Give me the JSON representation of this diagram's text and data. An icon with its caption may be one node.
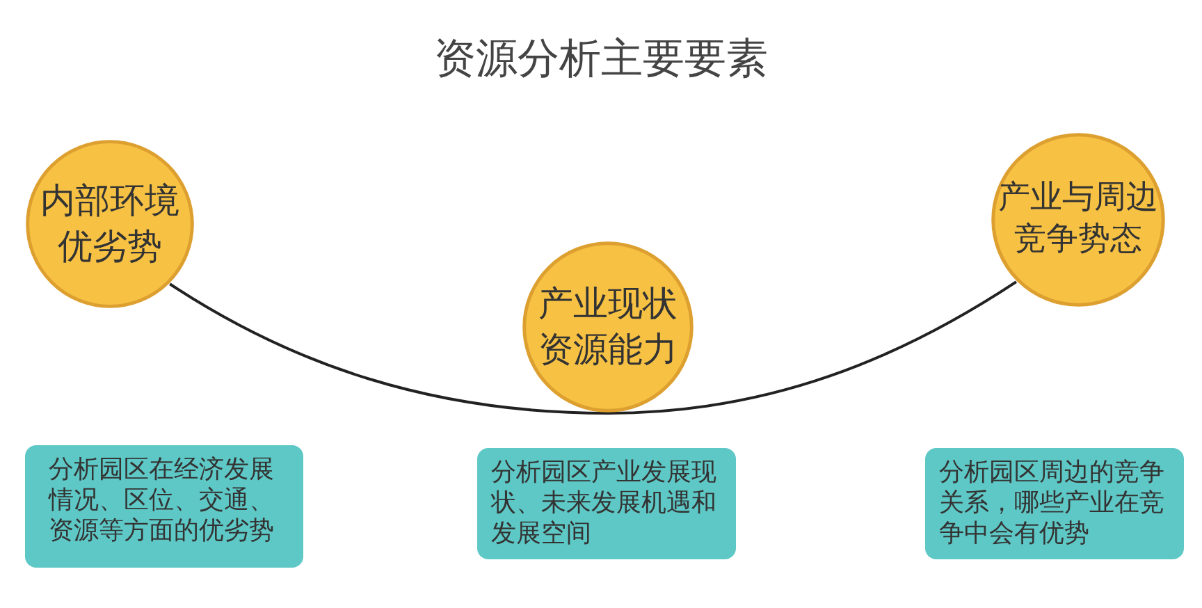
{
  "diagram": {
    "title": "资源分析主要要素",
    "nodes": [
      {
        "text": [
          "内部环境优劣势"
        ]
      },
      {
        "text": [
          "产业现状资源能力"
        ]
      },
      {
        "text": [
          "产业与周边竞争势态"
        ]
      },
      {
        "text": [
          "分析园区在经济发展情况、区位、交通、资源等方面的优劣势"
        ]
      },
      {
        "text": [
          "分析园区产业发展现状、未来发展机遇和发展空间"
        ]
      },
      {
        "text": [
          "分析园区周边的竞争关系，哪些产业在竞争中会有优势"
        ]
      }
    ],
    "edges": [
      {
        "from": 0,
        "to": 1,
        "arrow": "none"
      },
      {
        "from": 1,
        "to": 2,
        "arrow": "none"
      }
    ]
  }
}
